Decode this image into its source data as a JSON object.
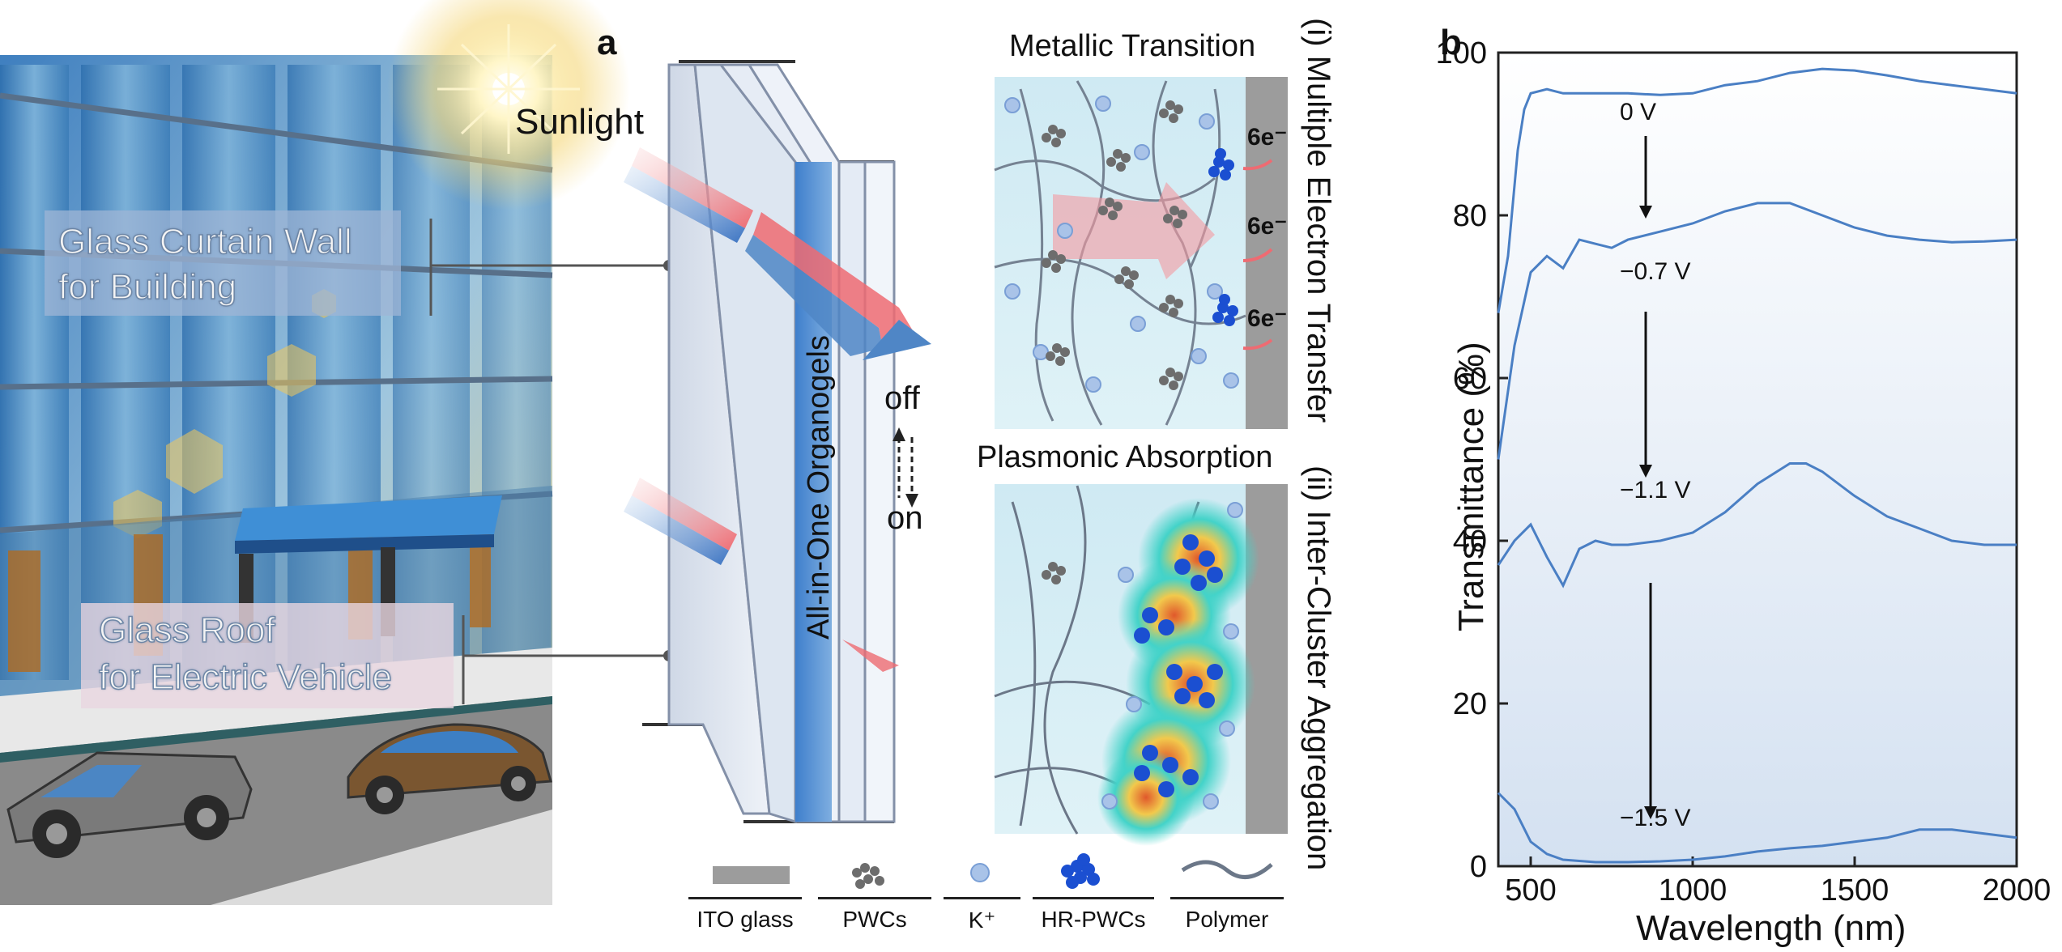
{
  "panel_a": {
    "letter": "a",
    "sunlight_label": "Sunlight",
    "building_label_line1": "Glass Curtain Wall",
    "building_label_line2": "for Building",
    "roof_label_line1": "Glass Roof",
    "roof_label_line2": "for Electric Vehicle",
    "device_label": "All-in-One Organogels",
    "switch_off": "off",
    "switch_on": "on",
    "top_inset_title": "Metallic Transition",
    "bottom_inset_title": "Plasmonic Absorption",
    "electron_labels": [
      "6e⁻",
      "6e⁻",
      "6e⁻"
    ],
    "mechanism_i": "(i) Multiple Electron Transfer",
    "mechanism_ii": "(ii) Inter-Cluster Aggregation",
    "legend": [
      {
        "label": "ITO glass",
        "icon": "ito-glass-icon"
      },
      {
        "label": "PWCs",
        "icon": "pwc-cluster-icon"
      },
      {
        "label": "K⁺",
        "icon": "k-ion-icon"
      },
      {
        "label": "HR-PWCs",
        "icon": "hr-pwc-cluster-icon"
      },
      {
        "label": "Polymer",
        "icon": "polymer-chain-icon"
      }
    ],
    "colors": {
      "sky_blue": "#d2ecf3",
      "glass_blue": "#5b9fd3",
      "red_ray": "#f08a8e",
      "blue_ray": "#4f86c6",
      "ito_gray": "#9c9c9c",
      "cluster_blue": "#1b4fd1"
    }
  },
  "panel_b": {
    "letter": "b",
    "chart_data": {
      "type": "line",
      "xlabel": "Wavelength (nm)",
      "ylabel": "Transmittance (%)",
      "xlim": [
        400,
        2000
      ],
      "ylim": [
        0,
        100
      ],
      "xticks": [
        500,
        1000,
        1500,
        2000
      ],
      "yticks": [
        0,
        20,
        40,
        60,
        80,
        100
      ],
      "grid": false,
      "line_color": "#4a7fc4",
      "series": [
        {
          "name": "0 V",
          "x": [
            400,
            430,
            460,
            480,
            500,
            550,
            600,
            700,
            800,
            900,
            1000,
            1100,
            1200,
            1300,
            1400,
            1500,
            1600,
            1700,
            1800,
            1900,
            2000
          ],
          "y": [
            68,
            75,
            88,
            93,
            95,
            95.5,
            95,
            95,
            95,
            94.8,
            95,
            96,
            96.5,
            97.5,
            98,
            97.8,
            97.2,
            96.5,
            96,
            95.5,
            95
          ]
        },
        {
          "name": "−0.7 V",
          "x": [
            400,
            450,
            500,
            550,
            600,
            650,
            700,
            750,
            800,
            900,
            1000,
            1100,
            1200,
            1300,
            1400,
            1500,
            1600,
            1700,
            1800,
            1900,
            2000
          ],
          "y": [
            50,
            64,
            73,
            75,
            73.5,
            77,
            76.5,
            76,
            77,
            78,
            79,
            80.5,
            81.5,
            81.5,
            80,
            78.5,
            77.5,
            77,
            76.7,
            76.8,
            77
          ]
        },
        {
          "name": "−1.1 V",
          "x": [
            400,
            450,
            500,
            550,
            600,
            650,
            700,
            750,
            800,
            900,
            1000,
            1100,
            1200,
            1300,
            1350,
            1400,
            1500,
            1600,
            1700,
            1800,
            1900,
            2000
          ],
          "y": [
            37,
            40,
            42,
            38,
            34.5,
            39,
            40,
            39.5,
            39.5,
            40,
            41,
            43.5,
            47,
            49.5,
            49.5,
            48.5,
            45.5,
            43,
            41.5,
            40,
            39.5,
            39.5
          ]
        },
        {
          "name": "−1.5 V",
          "x": [
            400,
            450,
            500,
            550,
            600,
            700,
            800,
            900,
            1000,
            1100,
            1200,
            1300,
            1400,
            1500,
            1600,
            1700,
            1800,
            1900,
            2000
          ],
          "y": [
            9,
            7,
            3,
            1.5,
            0.8,
            0.5,
            0.5,
            0.6,
            0.8,
            1.2,
            1.8,
            2.2,
            2.5,
            3,
            3.5,
            4.5,
            4.5,
            4,
            3.5
          ]
        }
      ],
      "annotations": [
        "0 V",
        "−0.7 V",
        "−1.1 V",
        "−1.5 V"
      ]
    }
  }
}
